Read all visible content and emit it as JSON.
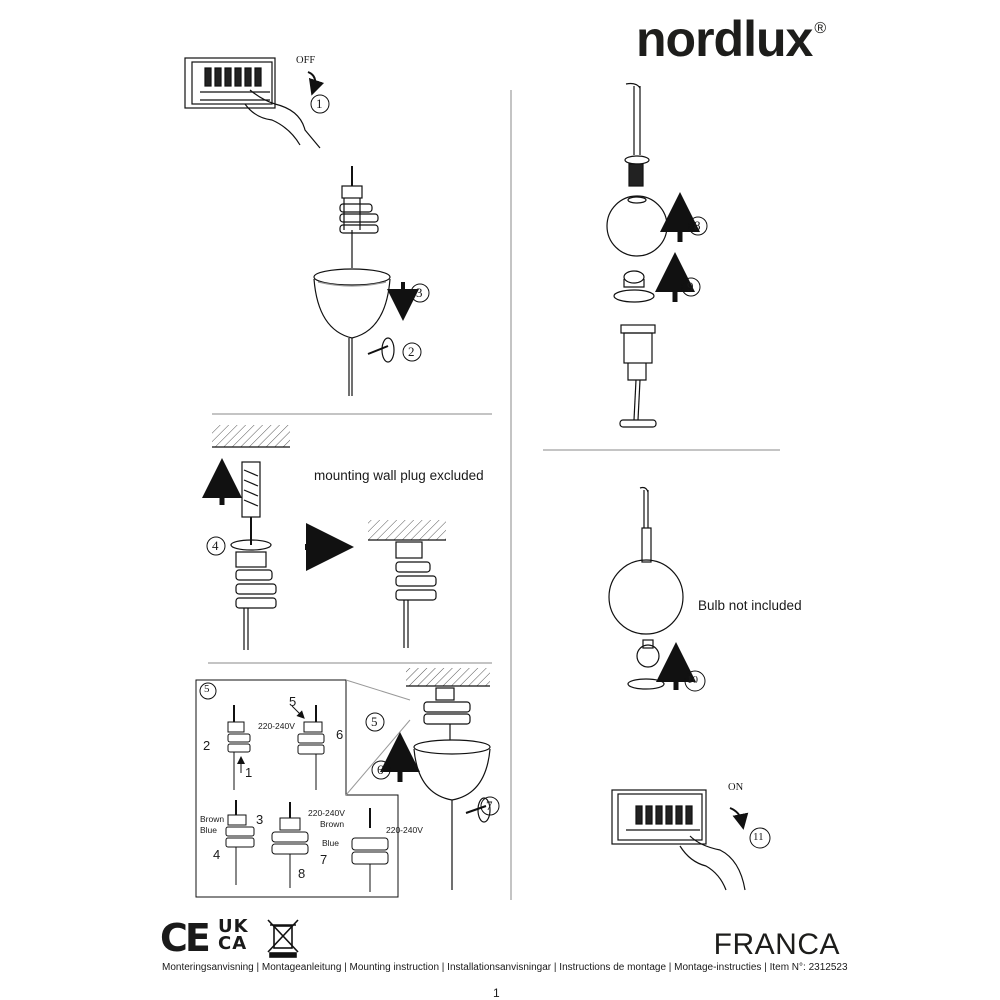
{
  "brand": {
    "name": "nordlux",
    "reg": "®"
  },
  "switch": {
    "off_label": "OFF",
    "on_label": "ON"
  },
  "notes": {
    "wall_plug": "mounting wall plug excluded",
    "bulb": "Bulb not included"
  },
  "steps": {
    "s1": "1",
    "s2": "2",
    "s3": "3",
    "s4": "4",
    "s5": "5",
    "s6": "6",
    "s7": "7",
    "s8": "8",
    "s9": "9",
    "s10": "10",
    "s11": "11"
  },
  "wiring": {
    "voltage": "220-240V",
    "brown": "Brown",
    "blue": "Blue",
    "n1": "1",
    "n2": "2",
    "n3": "3",
    "n4": "4",
    "n5": "5",
    "n6": "6",
    "n7": "7",
    "n8": "8"
  },
  "footer": {
    "product": "FRANCA",
    "mounting": "Monteringsanvisning | Montageanleitung | Mounting instruction | Installationsanvisningar | Instructions de montage | Montage-instructies | Item N°: 2312523",
    "page": "1",
    "ce": "CE",
    "uk": "UK",
    "ca": "CA"
  }
}
